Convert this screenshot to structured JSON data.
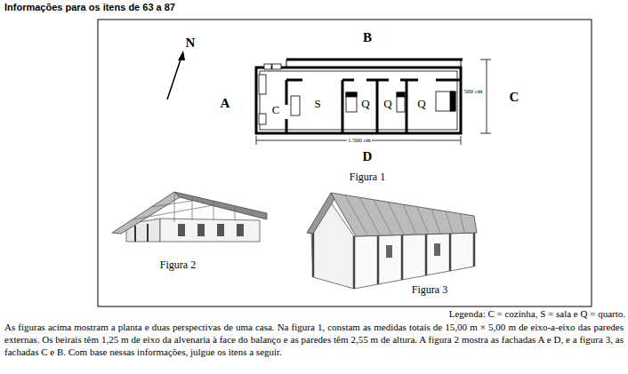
{
  "diagram": {
    "title": "Informações para os itens de 63 a 87",
    "caption": "As figuras acima mostram a planta e duas perspectivas de uma casa. Na figura 1, constam as medidas totais de 15,00 m × 5,00 m de eixo-a-eixo das paredes externas. Os beirais têm 1,25 m de eixo da alvenaria à face do balanço e as paredes têm 2,55 m de altura. A figura 2 mostra as fachadas A e D, e a figura 3, as fachadas C e B. Com base nessas informações, julgue os itens a seguir.",
    "labels": [
      "N",
      "B",
      "A",
      "C",
      "S",
      "Q",
      "Q",
      "Q",
      "500 cm",
      "C",
      "1.500 cm",
      "D",
      "Figura 1",
      "Figura 2",
      "Figura 3",
      "Legenda: C = cozinha, S = sala e Q = quarto."
    ]
  }
}
